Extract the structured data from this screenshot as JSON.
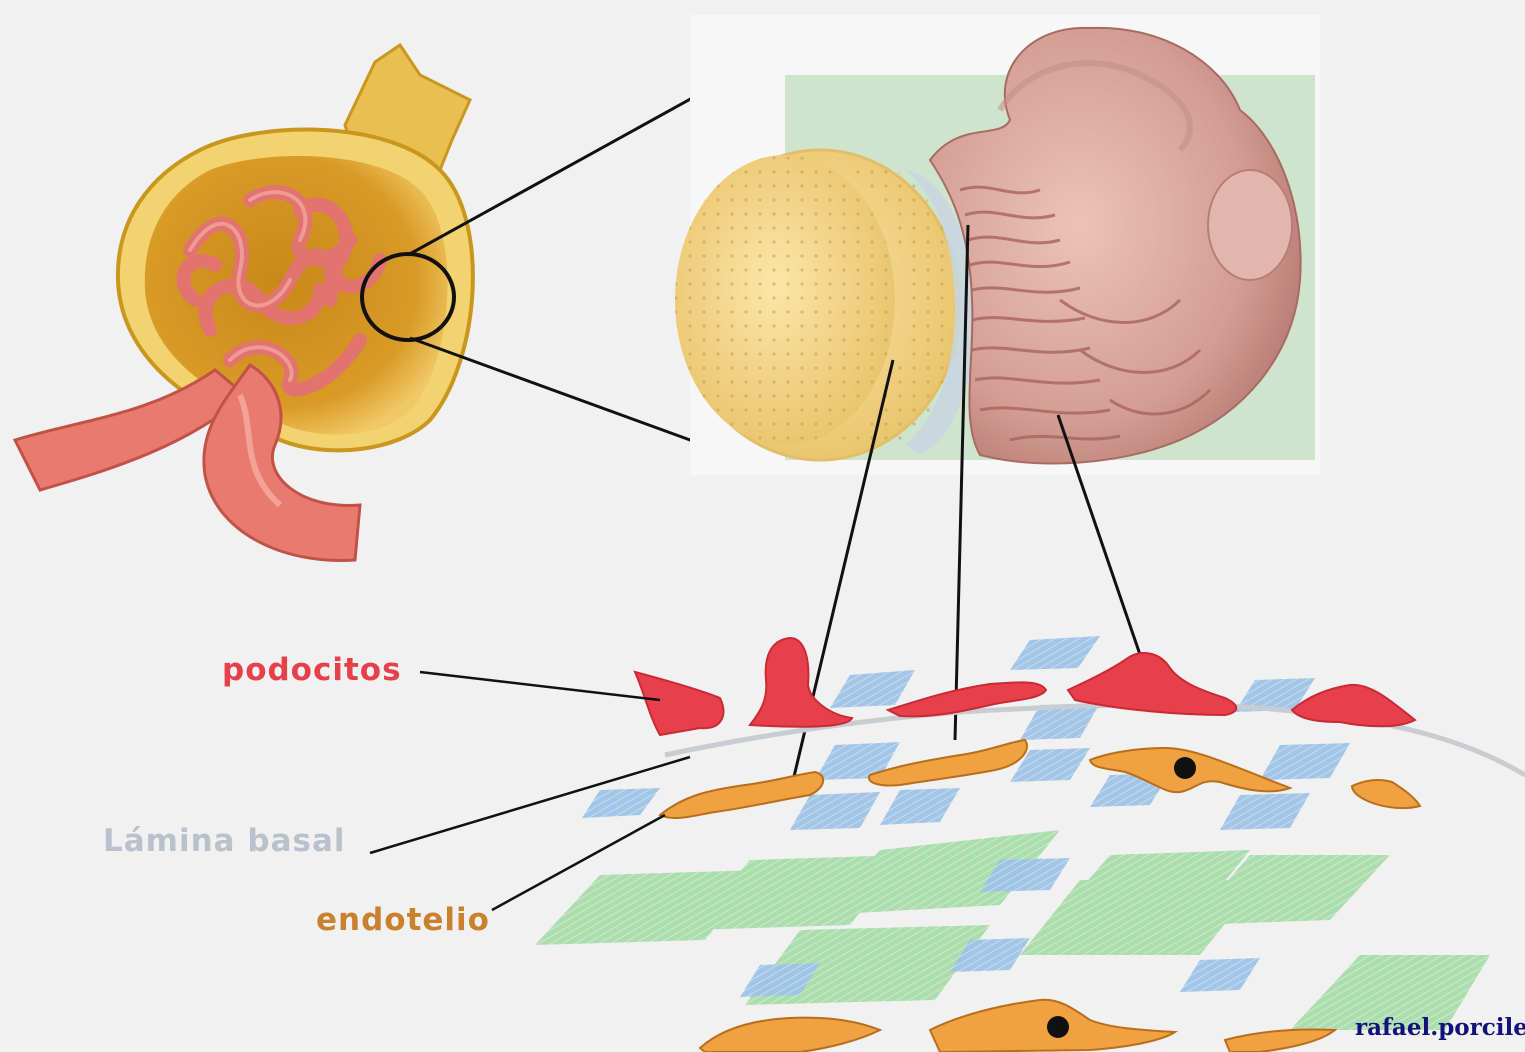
{
  "labels": {
    "podocitos": "podocitos",
    "lamina_basal": "Lámina basal",
    "endotelio": "endotelio"
  },
  "credit": "rafael.porcile",
  "colors": {
    "background": "#f1f1f1",
    "podocitos": "#e8404a",
    "lamina_basal": "#b9c2cc",
    "endotelio": "#c9802f",
    "endothelial_cell": "#f0a142",
    "basement_blue": "#9fc3e6",
    "capillary_green": "#a9dcaa",
    "capsule_yellow": "#e0a830",
    "glomerulus_pink": "#e2736e",
    "podocyte_body": "#d9a098",
    "credit": "#12127a"
  }
}
